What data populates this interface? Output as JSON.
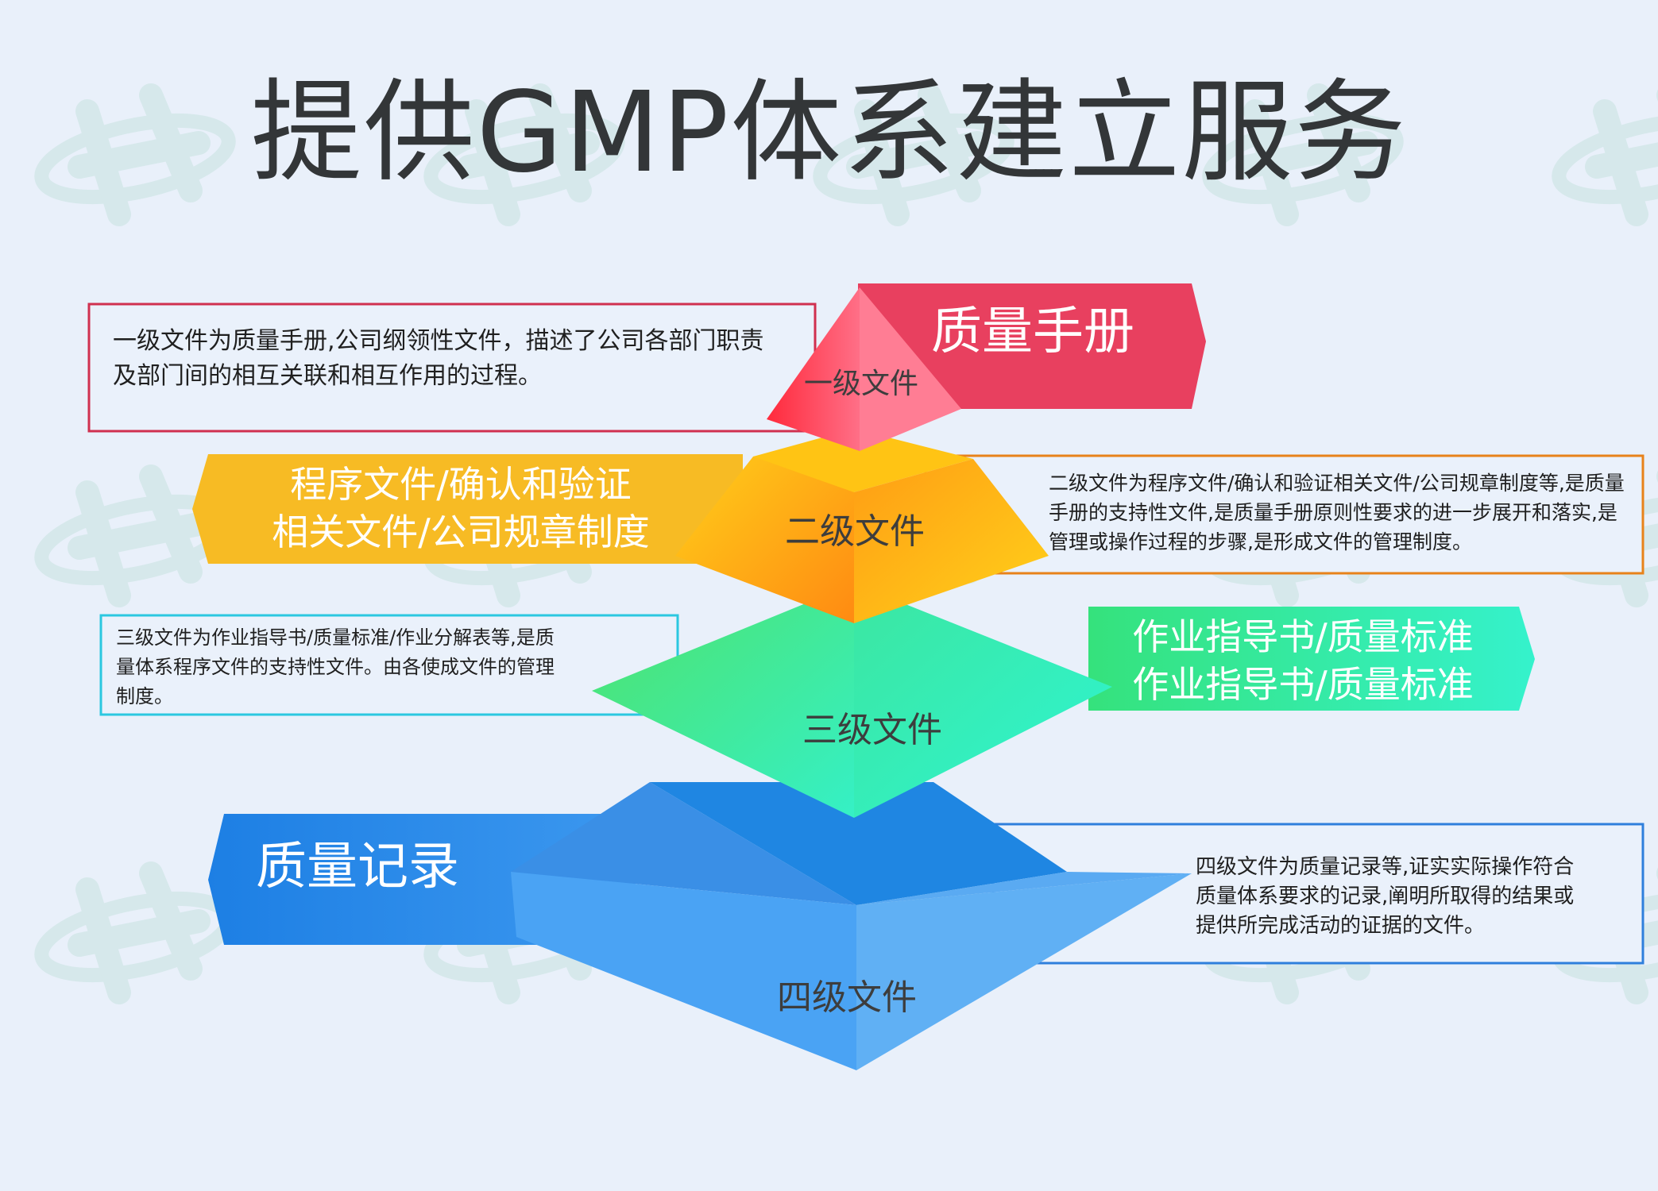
{
  "title": "提供GMP体系建立服务",
  "watermark_icon": "hook-logo-watermark",
  "colors": {
    "background": "#e9f0fa",
    "level1": "#e8405f",
    "level2": "#f5b21c",
    "level3": "#2ee6b0",
    "level4": "#2f8fe8",
    "desc_border_1": "#d0304f",
    "desc_border_2": "#e8821a",
    "desc_border_3": "#2bc8e0",
    "desc_border_4": "#2f7fdc"
  },
  "levels": [
    {
      "label": "一级文件",
      "banner": [
        "质量手册"
      ],
      "description": "一级文件为质量手册,公司纲领性文件，描述了公司各部门职责及部门间的相互关联和相互作用的过程。"
    },
    {
      "label": "二级文件",
      "banner": [
        "程序文件/确认和验证",
        "相关文件/公司规章制度"
      ],
      "description": "二级文件为程序文件/确认和验证相关文件/公司规章制度等,是质量手册的支持性文件,是质量手册原则性要求的进一步展开和落实,是管理或操作过程的步骤,是形成文件的管理制度。"
    },
    {
      "label": "三级文件",
      "banner": [
        "作业指导书/质量标准",
        "作业指导书/质量标准"
      ],
      "description": "三级文件为作业指导书/质量标准/作业分解表等,是质量体系程序文件的支持性文件。由各使成文件的管理制度。"
    },
    {
      "label": "四级文件",
      "banner": [
        "质量记录"
      ],
      "description": "四级文件为质量记录等,证实实际操作符合质量体系要求的记录,阐明所取得的结果或提供所完成活动的证据的文件。"
    }
  ]
}
